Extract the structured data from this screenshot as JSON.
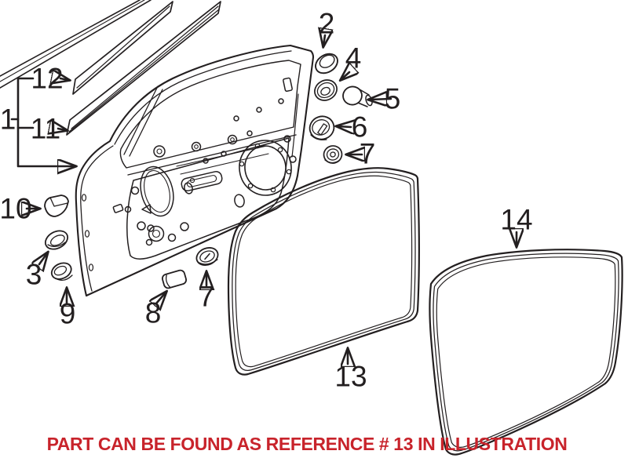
{
  "diagram": {
    "callouts": {
      "c1": "1",
      "c2": "2",
      "c3": "3",
      "c4": "4",
      "c5": "5",
      "c6": "6",
      "c7_upper": "7",
      "c7_lower": "7",
      "c8": "8",
      "c9": "9",
      "c10": "10",
      "c11": "11",
      "c12": "12",
      "c13": "13",
      "c14": "14"
    },
    "note": {
      "text": "PART CAN BE FOUND AS REFERENCE # 13 IN ILLUSTRATION",
      "color": "#c8232b"
    },
    "colors": {
      "line": "#231f20",
      "background": "#ffffff"
    }
  }
}
